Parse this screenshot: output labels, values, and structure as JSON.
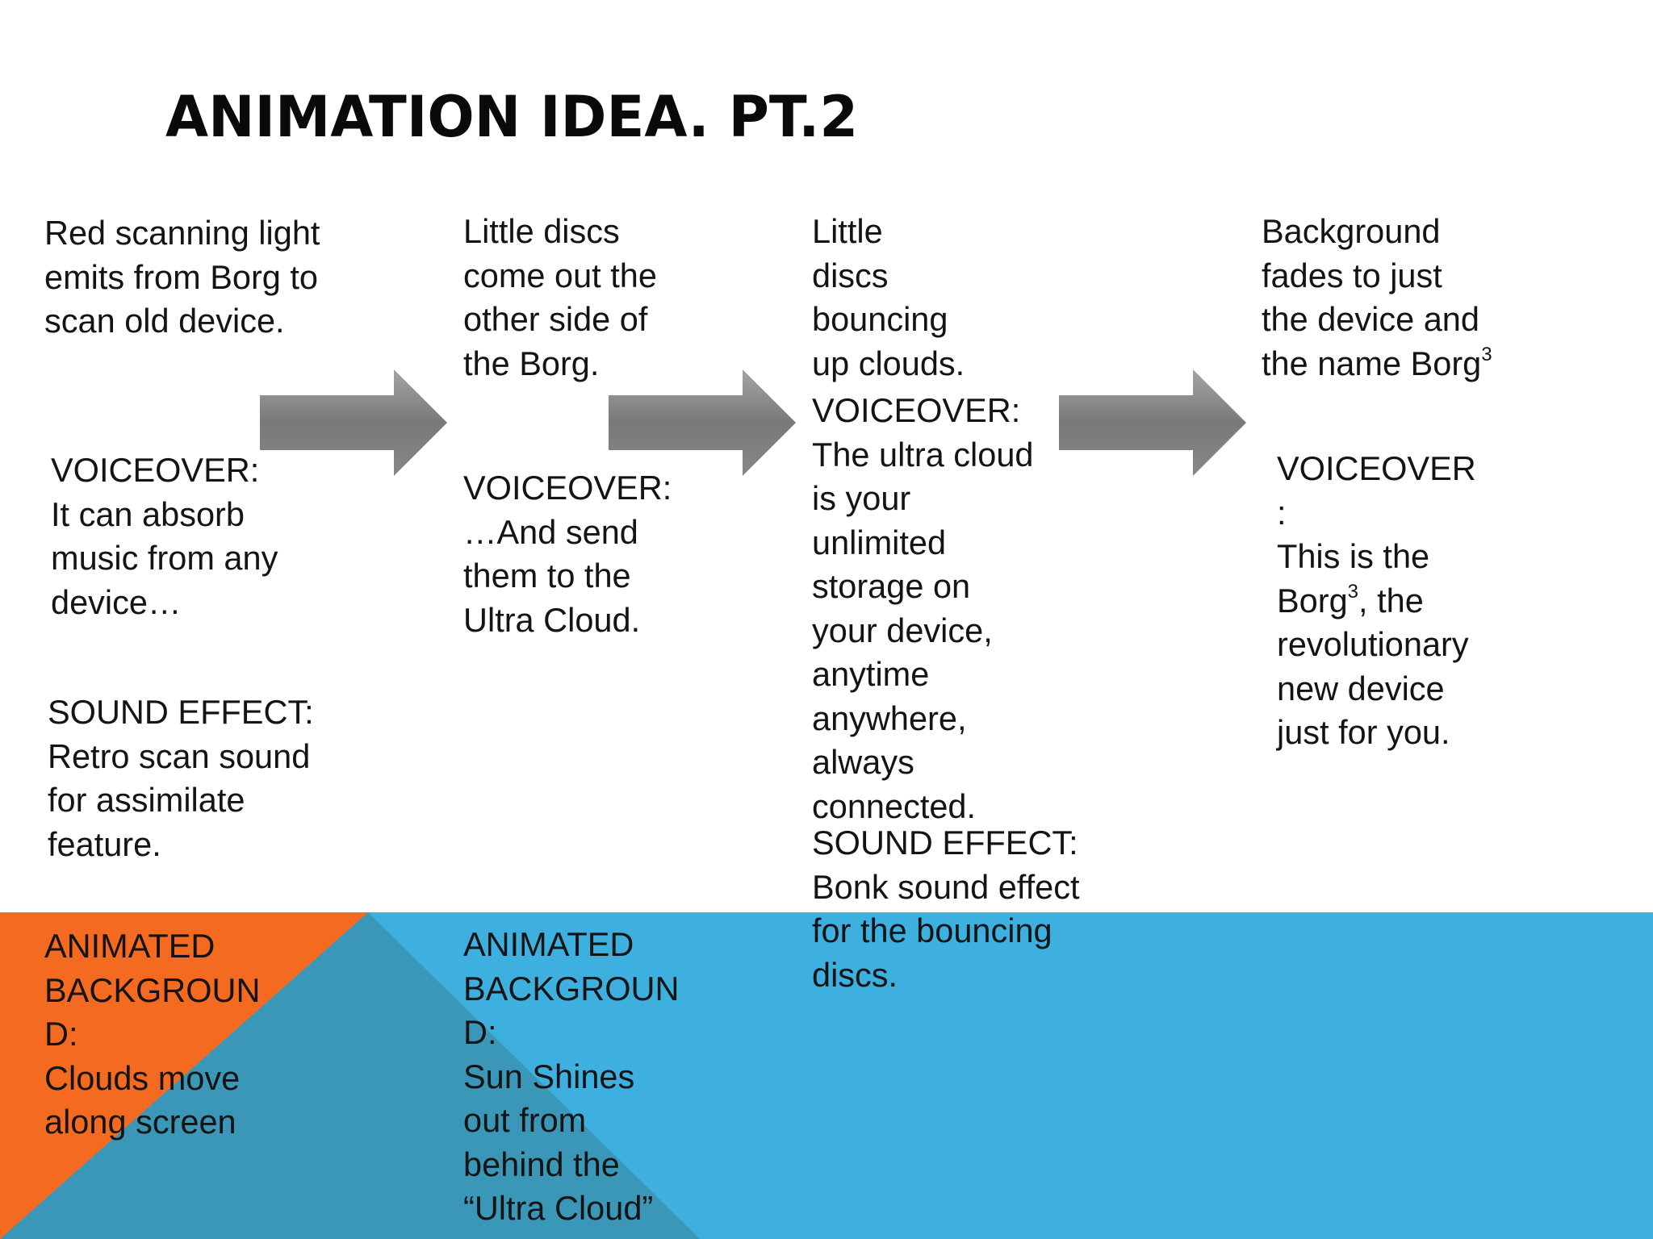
{
  "slide": {
    "title": "ANIMATION IDEA. PT.2",
    "colors": {
      "band_blue": "#3db0e0",
      "band_orange": "#f46a21",
      "band_overlap": "#3a97b8",
      "arrow": "#6e6e6e"
    },
    "icons": [
      "right-arrow-icon",
      "right-arrow-icon",
      "right-arrow-icon"
    ],
    "columns": [
      {
        "scene": "Red scanning light\nemits from Borg to\nscan old device.",
        "voiceover": "VOICEOVER:\nIt can absorb\nmusic from any\ndevice…",
        "sound_effect": "SOUND EFFECT:\nRetro scan sound\nfor assimilate\nfeature.",
        "background": "ANIMATED\nBACKGROUN\nD:\nClouds move\nalong screen"
      },
      {
        "scene": "Little discs\ncome out the\nother side of\nthe Borg.",
        "voiceover": "VOICEOVER:\n…And send\nthem to the\nUltra Cloud.",
        "background": "ANIMATED\nBACKGROUN\nD:\nSun Shines\nout from\nbehind the\n“Ultra Cloud”"
      },
      {
        "scene": "Little\ndiscs\nbouncing\nup clouds.",
        "voiceover": "VOICEOVER:\nThe ultra cloud\nis your\nunlimited\nstorage on\nyour device,\nanytime\nanywhere,\nalways\nconnected.",
        "sound_effect": "SOUND EFFECT:\nBonk sound effect\nfor the bouncing\ndiscs."
      },
      {
        "scene_text": "Background\nfades to just\nthe device and\nthe name Borg",
        "scene_sup": "3",
        "voiceover_a": "VOICEOVER\n:\nThis is the\nBorg",
        "voiceover_sup": "3",
        "voiceover_b": ", the\nrevolutionary\nnew device\njust for you."
      }
    ]
  }
}
